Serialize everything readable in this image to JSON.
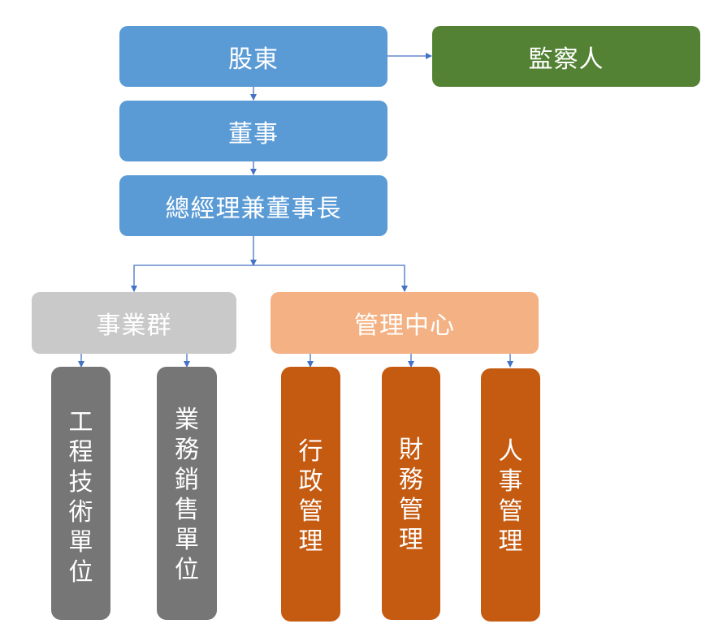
{
  "colors": {
    "top_boxes": "#5b9bd5",
    "supervisor": "#548235",
    "business_group": "#c9c9c9",
    "management_center": "#f4b183",
    "business_units": "#767676",
    "management_units": "#c55a11",
    "connector": "#4472c4"
  },
  "nodes": {
    "shareholders": "股東",
    "supervisor": "監察人",
    "board": "董事",
    "gm_chairman": "總經理兼董事長",
    "business_group": "事業群",
    "management_center": "管理中心",
    "engineering_unit": "工程技術單位",
    "sales_unit": "業務銷售單位",
    "admin_mgmt": "行政管理",
    "finance_mgmt": "財務管理",
    "hr_mgmt": "人事管理"
  }
}
